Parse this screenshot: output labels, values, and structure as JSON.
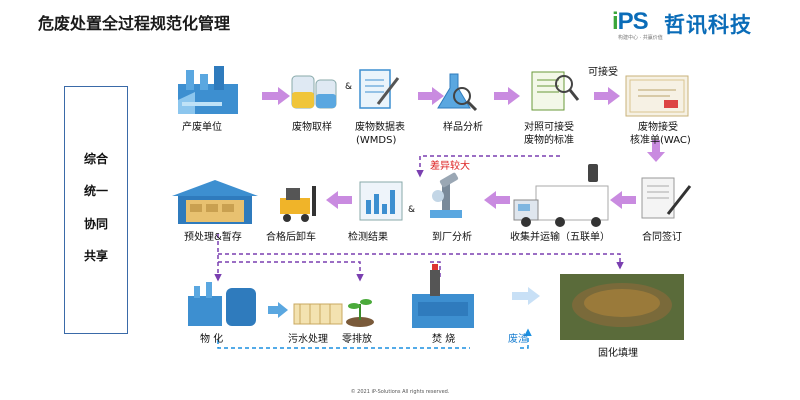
{
  "title": "危废处置全过程规范化管理",
  "logo": {
    "mark": "PS",
    "dot": "i",
    "tagline": "构建中心 · 共赢价值",
    "name": "哲讯科技"
  },
  "side": [
    "综合",
    "统一",
    "协同",
    "共享"
  ],
  "row1": {
    "producer": "产废单位",
    "sampling": "废物取样",
    "datasheet_a": "废物数据表",
    "datasheet_b": "(WMDS)",
    "analysis": "样品分析",
    "compare_a": "对照可接受",
    "compare_b": "废物的标准",
    "acceptable": "可接受",
    "wac_a": "废物接受",
    "wac_b": "核准单(WAC)"
  },
  "row2": {
    "pretreat": "预处理&暂存",
    "unload": "合格后卸车",
    "inspection": "检测结果",
    "factory": "到厂分析",
    "transport": "收集并运输（五联单）",
    "contract": "合同签订",
    "diff": "差异较大"
  },
  "row3": {
    "physchem": "物 化",
    "sewage": "污水处理",
    "zero": "零排放",
    "burn": "焚 烧",
    "residue": "废渣",
    "landfill": "固化填埋"
  },
  "amp": "&",
  "copyright": "© 2021 iP-Solutions All rights reserved.",
  "colors": {
    "arrow": "#c98be0",
    "dashed": "#7a3fb0",
    "blue_dash": "#1a8fe0",
    "accent": "#0a6cb8"
  }
}
